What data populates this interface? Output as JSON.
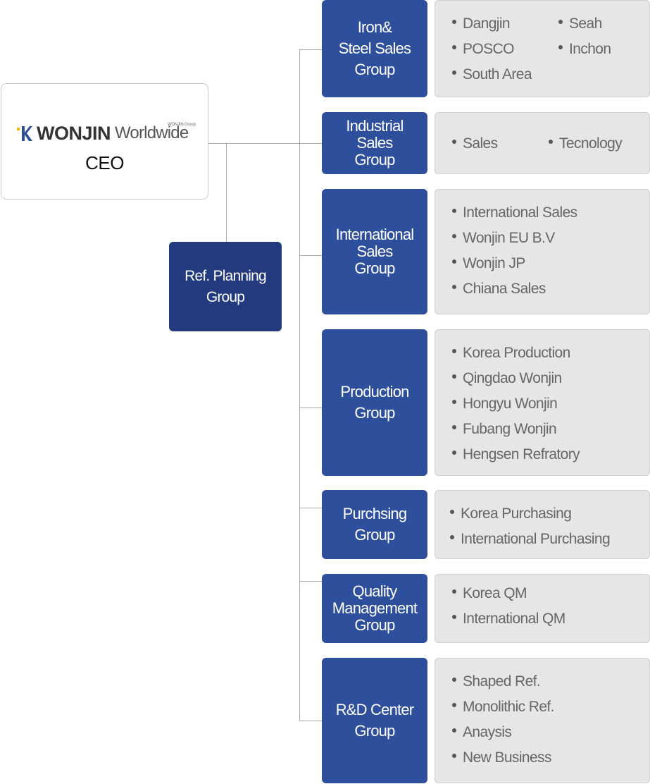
{
  "ceo": {
    "logo_word": "WONJIN",
    "logo_sub": "Worldwide",
    "logo_small": "WONJIN Group",
    "title": "CEO"
  },
  "ref_planning": "Ref. Planning\nGroup",
  "groups": [
    {
      "label": "Iron&\nSteel Sales\nGroup",
      "items": [
        "Dangjin",
        "Seah",
        "POSCO",
        "Inchon",
        "South Area"
      ]
    },
    {
      "label": "Industrial\nSales\nGroup",
      "items": [
        "Sales",
        "Tecnology"
      ]
    },
    {
      "label": "International\nSales\nGroup",
      "items": [
        "International Sales",
        "Wonjin EU B.V",
        "Wonjin JP",
        "Chiana Sales"
      ]
    },
    {
      "label": "Production\nGroup",
      "items": [
        "Korea Production",
        "Qingdao Wonjin",
        "Hongyu Wonjin",
        "Fubang Wonjin",
        "Hengsen Refratory"
      ]
    },
    {
      "label": "Purchsing\nGroup",
      "items": [
        "Korea Purchasing",
        "International Purchasing"
      ]
    },
    {
      "label": "Quality\nManagement\nGroup",
      "items": [
        "Korea QM",
        "International QM"
      ]
    },
    {
      "label": "R&D Center\nGroup",
      "items": [
        "Shaped Ref.",
        "Monolithic Ref.",
        "Anaysis",
        "New Business"
      ]
    }
  ],
  "colors": {
    "group_box": "#2e4f9c",
    "ref_box": "#233b7e",
    "panel": "#e6e6e6",
    "connector": "#a9a9a9",
    "logo_accent_yellow": "#f2b705",
    "logo_accent_blue": "#2e4f9c"
  }
}
